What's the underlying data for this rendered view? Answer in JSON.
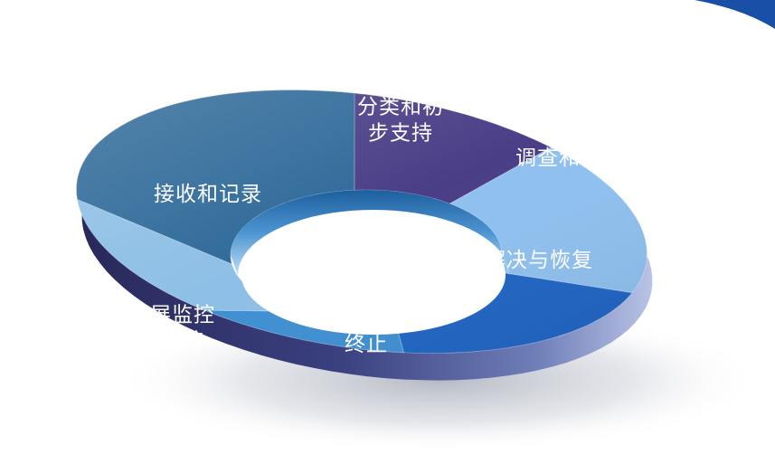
{
  "diagram": {
    "segments": [
      {
        "id": "classify",
        "lines": [
          "分类和初",
          "步支持"
        ],
        "color": "#4a3f87"
      },
      {
        "id": "investigate",
        "lines": [
          "调查和诊断"
        ],
        "color": "#8fc0ef"
      },
      {
        "id": "resolve",
        "lines": [
          "解决与恢复"
        ],
        "color": "#1f65c4"
      },
      {
        "id": "close",
        "lines": [
          "终止"
        ],
        "color": "#3f8fd1"
      },
      {
        "id": "monitor",
        "lines": [
          "进展监控",
          "与跟踪"
        ],
        "color": "#8ebfe6"
      },
      {
        "id": "receive",
        "lines": [
          "接收和记录"
        ],
        "color": "#2f6a99"
      }
    ],
    "colors": {
      "side_dark": "#28285a",
      "side_light": "#6f7fb8",
      "hole": "#ffffff",
      "corner_accent": "#1a4fa8"
    }
  }
}
